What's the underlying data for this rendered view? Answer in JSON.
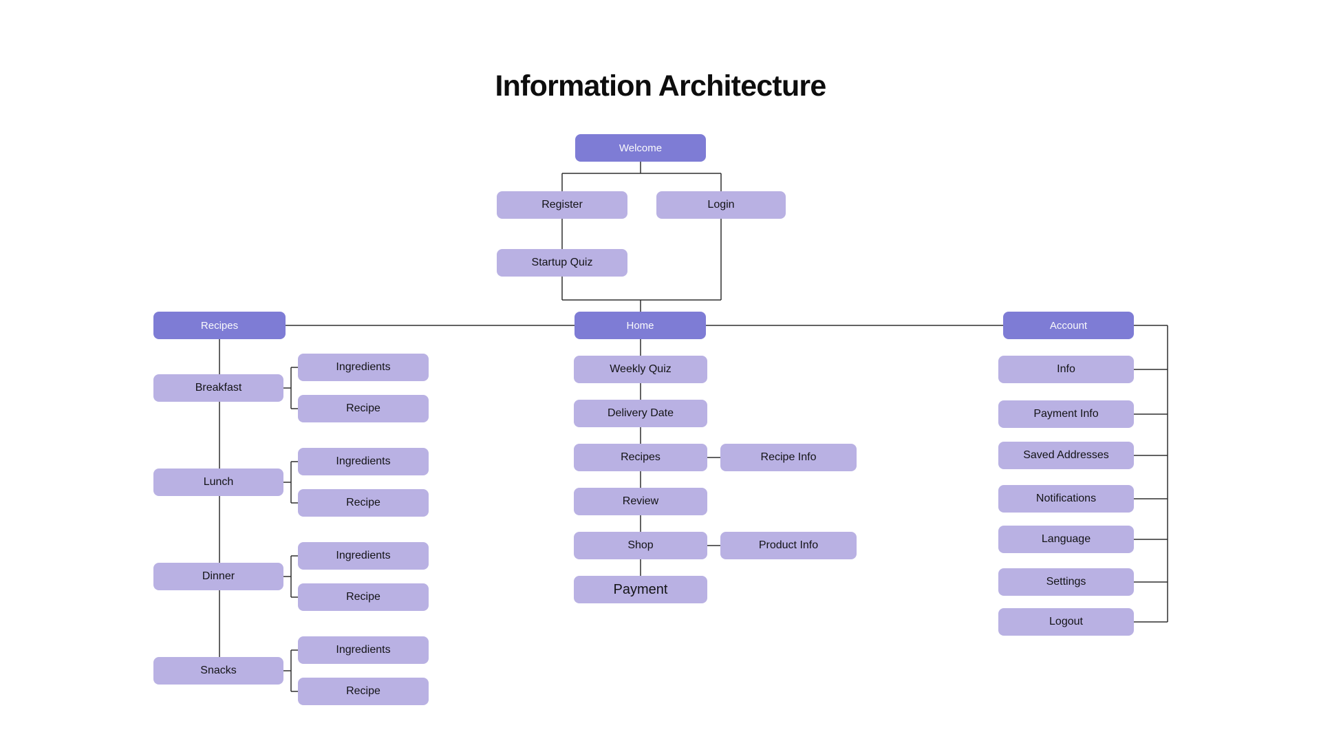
{
  "title": "Information Architecture",
  "colors": {
    "background": "#FFFFFF",
    "parent_node_fill": "#7E7CD5",
    "child_node_fill": "#B9B1E3",
    "parent_node_text": "#FAFAFC",
    "child_node_text": "#131316",
    "connector_line": "#2E2E2E",
    "title_text": "#0D0D0D"
  },
  "nodes": {
    "welcome": {
      "label": "Welcome"
    },
    "register": {
      "label": "Register"
    },
    "login": {
      "label": "Login"
    },
    "startup_quiz": {
      "label": "Startup Quiz"
    },
    "recipes": {
      "label": "Recipes"
    },
    "home": {
      "label": "Home"
    },
    "account": {
      "label": "Account"
    },
    "breakfast": {
      "label": "Breakfast"
    },
    "breakfast_ingredients": {
      "label": "Ingredients"
    },
    "breakfast_recipe": {
      "label": "Recipe"
    },
    "lunch": {
      "label": "Lunch"
    },
    "lunch_ingredients": {
      "label": "Ingredients"
    },
    "lunch_recipe": {
      "label": "Recipe"
    },
    "dinner": {
      "label": "Dinner"
    },
    "dinner_ingredients": {
      "label": "Ingredients"
    },
    "dinner_recipe": {
      "label": "Recipe"
    },
    "snacks": {
      "label": "Snacks"
    },
    "snacks_ingredients": {
      "label": "Ingredients"
    },
    "snacks_recipe": {
      "label": "Recipe"
    },
    "weekly_quiz": {
      "label": "Weekly Quiz"
    },
    "delivery_date": {
      "label": "Delivery Date"
    },
    "home_recipes": {
      "label": "Recipes"
    },
    "recipe_info": {
      "label": "Recipe Info"
    },
    "review": {
      "label": "Review"
    },
    "shop": {
      "label": "Shop"
    },
    "product_info": {
      "label": "Product Info"
    },
    "payment": {
      "label": "Payment"
    },
    "account_info": {
      "label": "Info"
    },
    "payment_info": {
      "label": "Payment Info"
    },
    "saved_addresses": {
      "label": "Saved Addresses"
    },
    "notifications": {
      "label": "Notifications"
    },
    "language": {
      "label": "Language"
    },
    "settings": {
      "label": "Settings"
    },
    "logout": {
      "label": "Logout"
    }
  }
}
